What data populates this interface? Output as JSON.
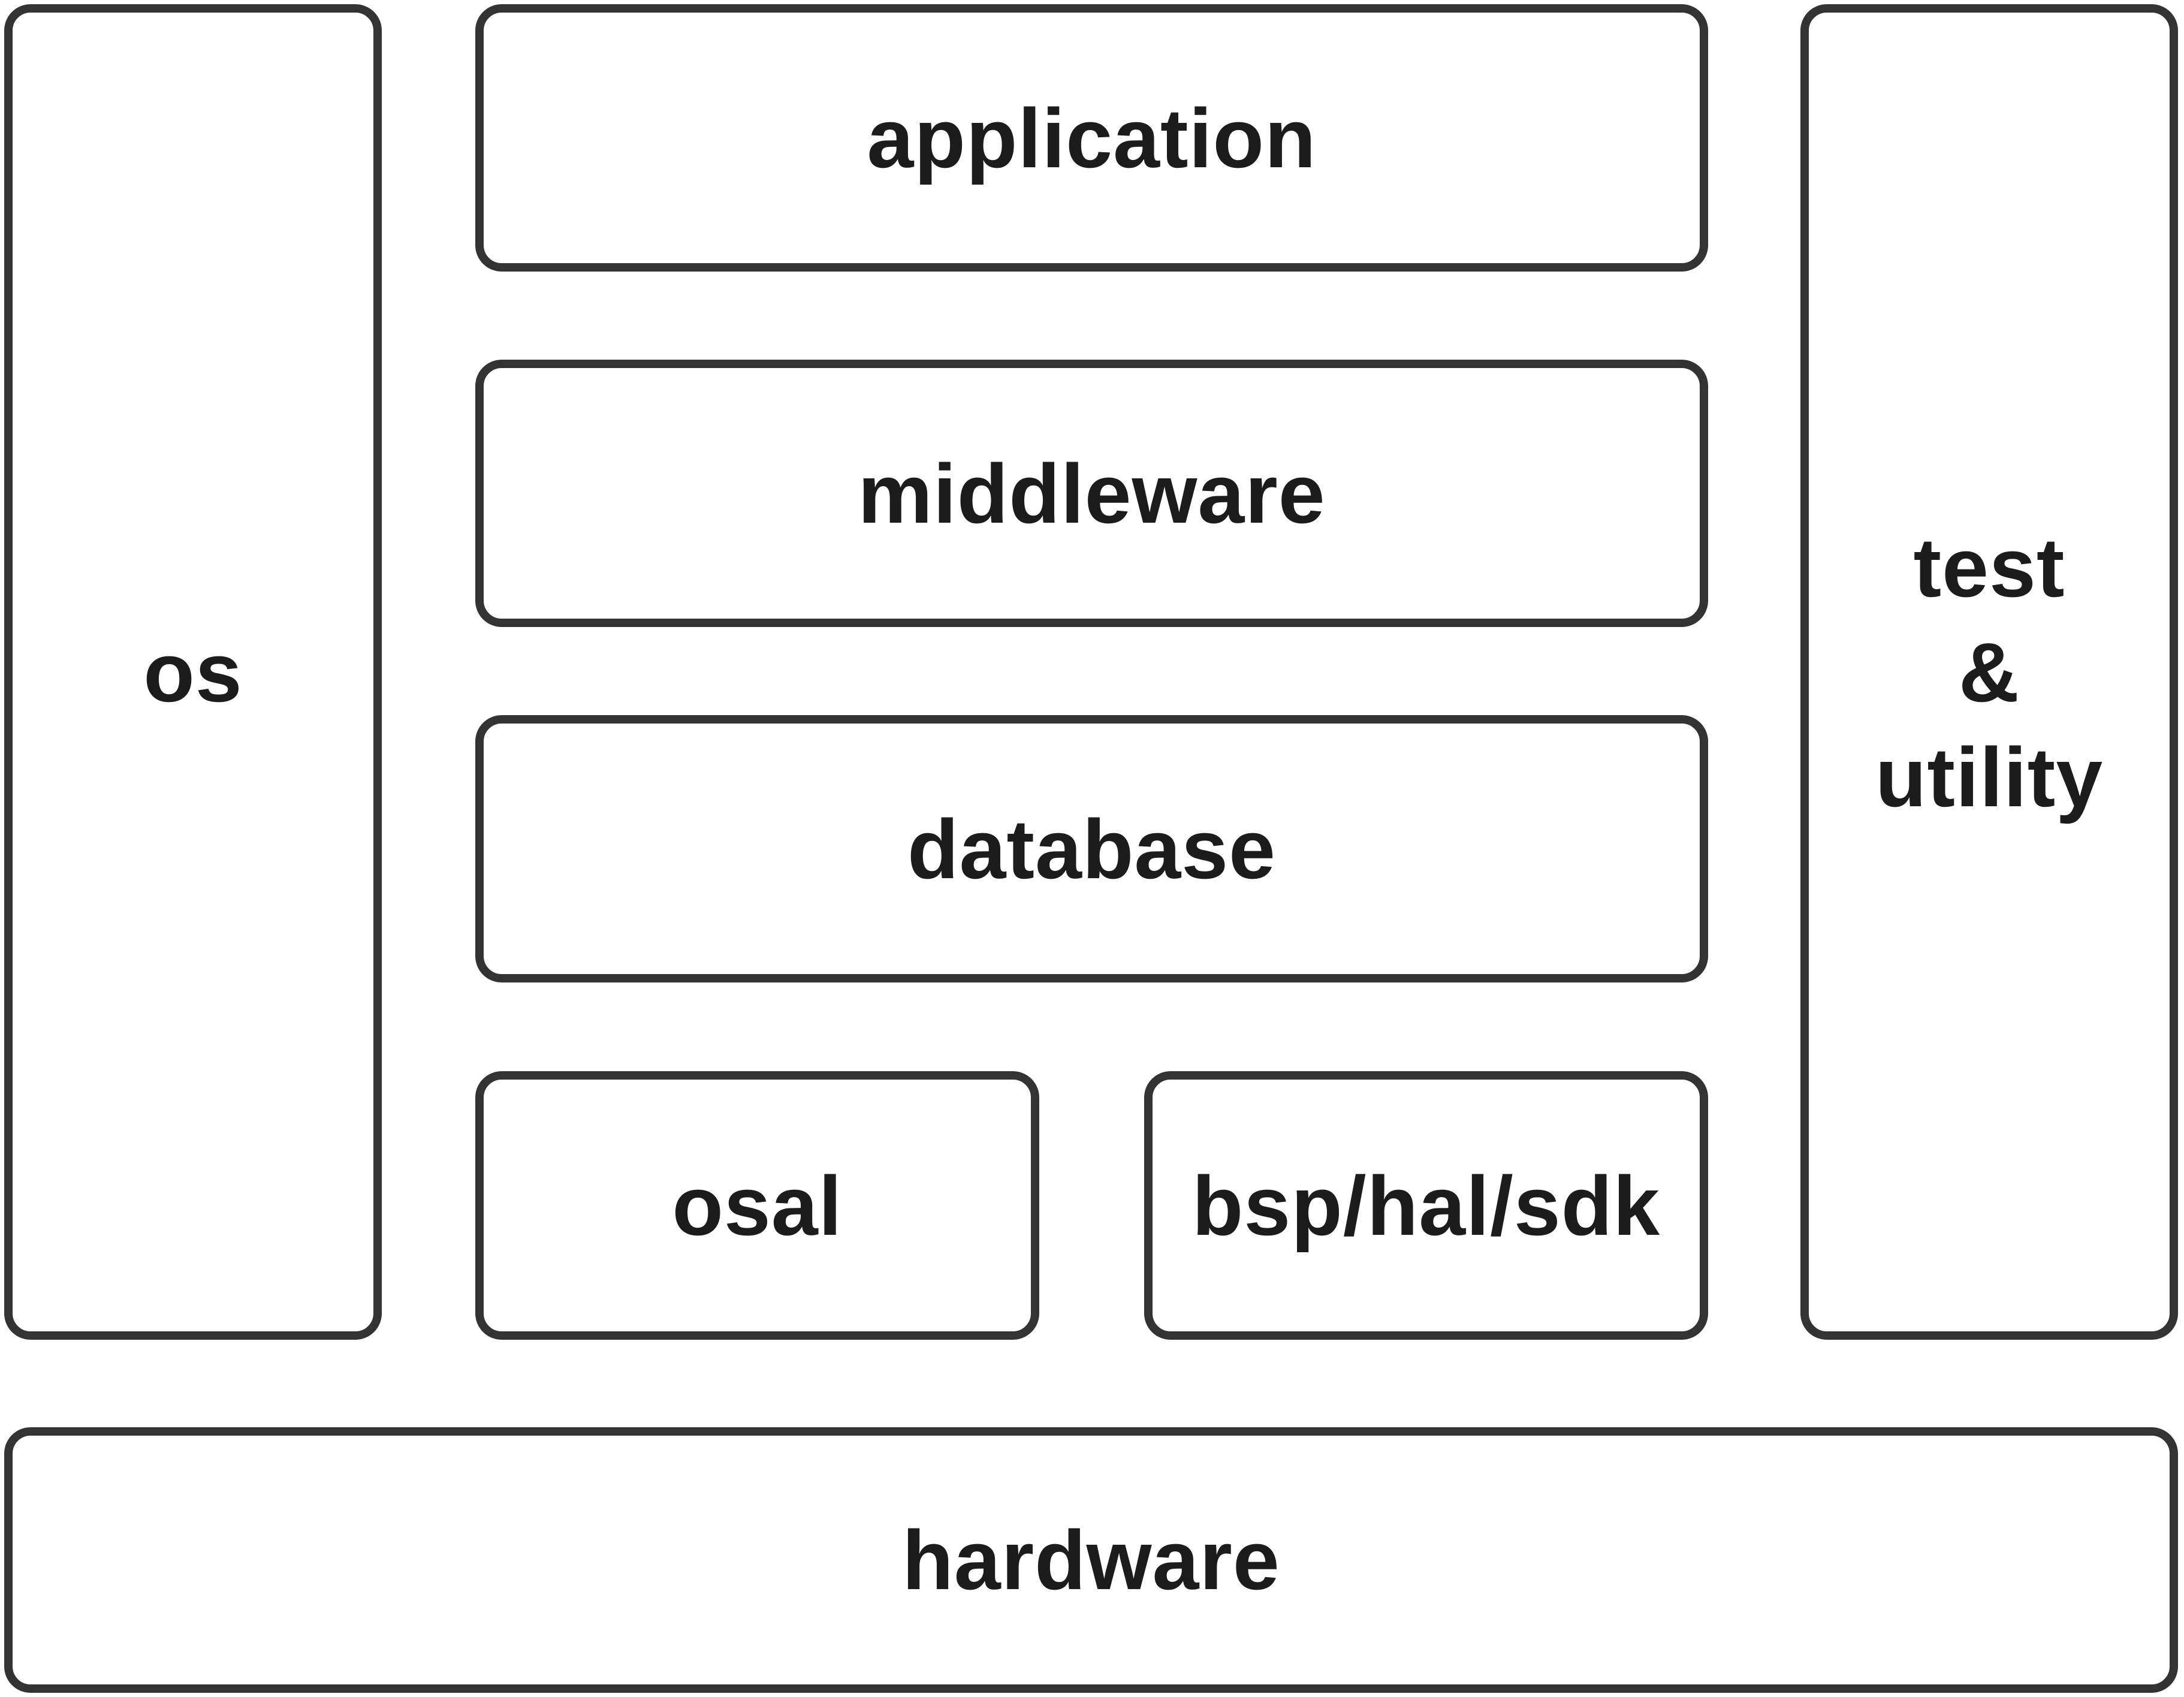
{
  "blocks": {
    "os": "os",
    "application": "application",
    "middleware": "middleware",
    "database": "database",
    "osal": "osal",
    "bsp": "bsp/hal/sdk",
    "test_util": [
      "test",
      "&",
      "utility"
    ],
    "hardware": "hardware"
  },
  "colors": {
    "border": "#333333",
    "text": "#1c1c1c",
    "background": "#ffffff"
  }
}
